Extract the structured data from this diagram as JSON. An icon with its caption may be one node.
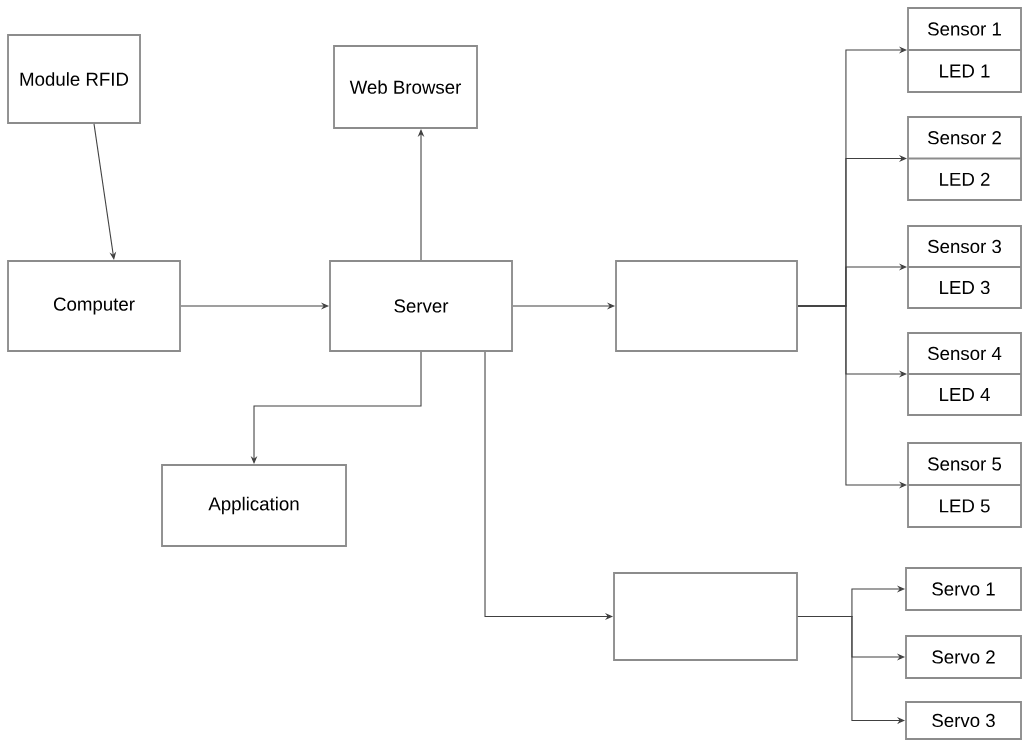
{
  "diagram": {
    "nodes": [
      {
        "text": [
          "Module RFID"
        ]
      },
      {
        "text": [
          "Web Browser"
        ]
      },
      {
        "text": [
          "Sensor 1",
          "LED 1"
        ]
      },
      {
        "text": [
          "Sensor 2",
          "LED 2"
        ]
      },
      {
        "text": [
          "Computer"
        ]
      },
      {
        "text": [
          "Server"
        ]
      },
      {
        "text": [],
        "shape": "box"
      },
      {
        "text": [
          "Sensor 3",
          "LED 3"
        ]
      },
      {
        "text": [
          "Sensor 4",
          "LED 4"
        ]
      },
      {
        "text": [
          "Application"
        ]
      },
      {
        "text": [
          "Sensor 5",
          "LED 5"
        ]
      },
      {
        "text": [],
        "shape": "box"
      },
      {
        "text": [
          "Servo 1"
        ]
      },
      {
        "text": [
          "Servo 2"
        ]
      },
      {
        "text": [
          "Servo 3"
        ]
      }
    ],
    "edges": [
      {
        "from": 0,
        "to": 4,
        "arrow": "to"
      },
      {
        "from": 4,
        "to": 5,
        "arrow": "to"
      },
      {
        "from": 5,
        "to": 1,
        "arrow": "to"
      },
      {
        "from": 5,
        "to": 6,
        "arrow": "to"
      },
      {
        "from": 5,
        "to": 9,
        "arrow": "to"
      },
      {
        "from": 5,
        "to": 11,
        "arrow": "to"
      },
      {
        "from": 6,
        "to": 2,
        "arrow": "to"
      },
      {
        "from": 6,
        "to": 3,
        "arrow": "to"
      },
      {
        "from": 6,
        "to": 7,
        "arrow": "to"
      },
      {
        "from": 6,
        "to": 8,
        "arrow": "to"
      },
      {
        "from": 6,
        "to": 10,
        "arrow": "to"
      },
      {
        "from": 11,
        "to": 12,
        "arrow": "to"
      },
      {
        "from": 11,
        "to": 13,
        "arrow": "to"
      },
      {
        "from": 11,
        "to": 14,
        "arrow": "to"
      }
    ]
  }
}
